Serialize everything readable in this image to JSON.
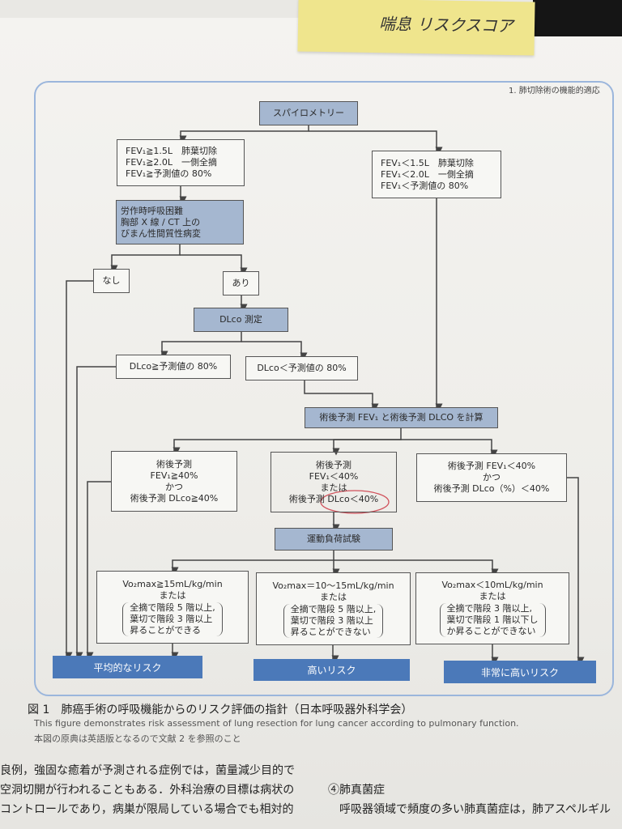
{
  "sticky_note": {
    "text": "喘息 リスクスコア"
  },
  "header": {
    "section": "1. 肺切除術の機能的適応"
  },
  "flowchart": {
    "start": "スパイロメトリー",
    "fev_ok": [
      "FEV₁≧1.5L　肺葉切除",
      "FEV₁≧2.0L　一側全摘",
      "FEV₁≧予測値の 80%"
    ],
    "fev_low": [
      "FEV₁＜1.5L　肺葉切除",
      "FEV₁＜2.0L　一側全摘",
      "FEV₁＜予測値の 80%"
    ],
    "dyspnea": [
      "労作時呼吸困難",
      "胸部 X 線 / CT 上の",
      "びまん性間質性病変"
    ],
    "no": "なし",
    "yes": "あり",
    "dlco_measure": "DLco 測定",
    "dlco_ok": "DLco≧予測値の 80%",
    "dlco_low": "DLco＜予測値の 80%",
    "calc": "術後予測 FEV₁ と術後予測 DLCO を計算",
    "ppo_ok": [
      "術後予測",
      "FEV₁≧40%",
      "かつ",
      "術後予測 DLco≧40%"
    ],
    "ppo_mid": [
      "術後予測",
      "FEV₁＜40%",
      "または",
      "術後予測 DLco＜40%"
    ],
    "ppo_low": [
      "術後予測 FEV₁＜40%",
      "かつ",
      "術後予測 DLco（%）＜40%"
    ],
    "exercise": "運動負荷試験",
    "vo2_high": {
      "head": "Vo₂max≧15mL/kg/min",
      "or": "または",
      "lines": [
        "全摘で階段 5 階以上,",
        "葉切で階段 3 階以上",
        "昇ることができる"
      ]
    },
    "vo2_mid": {
      "head": "Vo₂max＝10～15mL/kg/min",
      "or": "または",
      "lines": [
        "全摘で階段 5 階以上,",
        "葉切で階段 3 階以上",
        "昇ることができない"
      ]
    },
    "vo2_low": {
      "head": "Vo₂max＜10mL/kg/min",
      "or": "または",
      "lines": [
        "全摘で階段 3 階以上,",
        "葉切で階段 1 階以下し",
        "か昇ることができない"
      ]
    },
    "risk_avg": "平均的なリスク",
    "risk_high": "高いリスク",
    "risk_very_high": "非常に高いリスク",
    "colors": {
      "node_fill": "#a5b7d0",
      "risk_fill": "#4b79b9",
      "frame": "#9bb6dc",
      "annotation": "#d0505a"
    }
  },
  "caption": {
    "title": "図 1　肺癌手術の呼吸機能からのリスク評価の指針（日本呼吸器外科学会）",
    "english": "This figure demonstrates risk assessment of lung resection for lung cancer according to pulmonary function.",
    "note": "本図の原典は英語版となるので文献 2 を参照のこと"
  },
  "body": {
    "left": [
      "良例，強固な癒着が予測される症例では，菌量減少目的で",
      "空洞切開が行われることもある．外科治療の目標は病状の",
      "コントロールであり，病巣が限局している場合でも相対的"
    ],
    "right_heading": "④肺真菌症",
    "right": [
      "呼吸器領域で頻度の多い肺真菌症は，肺アスペルギル"
    ]
  }
}
